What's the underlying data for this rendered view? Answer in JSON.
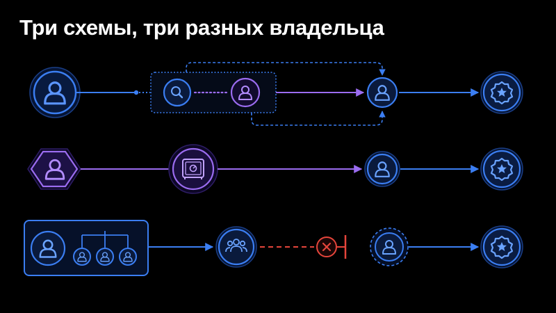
{
  "title": "Три схемы, три разных владельца",
  "colors": {
    "background": "#000000",
    "blue": "#3b7ef2",
    "purple": "#9b6cf0",
    "red": "#e5453b",
    "title": "#ffffff"
  },
  "rows": [
    {
      "nodes": [
        "user-icon",
        "search-icon",
        "user-icon",
        "user-icon",
        "verified-badge-icon"
      ],
      "connectors": [
        "solid-blue",
        "dotted-purple",
        "solid-purple",
        "dashed-blue-loop",
        "solid-blue"
      ]
    },
    {
      "nodes": [
        "user-icon",
        "safe-icon",
        "user-icon",
        "verified-badge-icon"
      ],
      "connectors": [
        "solid-purple",
        "solid-purple",
        "solid-blue"
      ]
    },
    {
      "nodes": [
        "user-icon",
        "user-icon",
        "user-icon",
        "user-icon",
        "group-icon",
        "blocked-x-icon",
        "user-icon",
        "verified-badge-icon"
      ],
      "connectors": [
        "solid-blue",
        "dashed-red",
        "solid-blue"
      ]
    }
  ]
}
